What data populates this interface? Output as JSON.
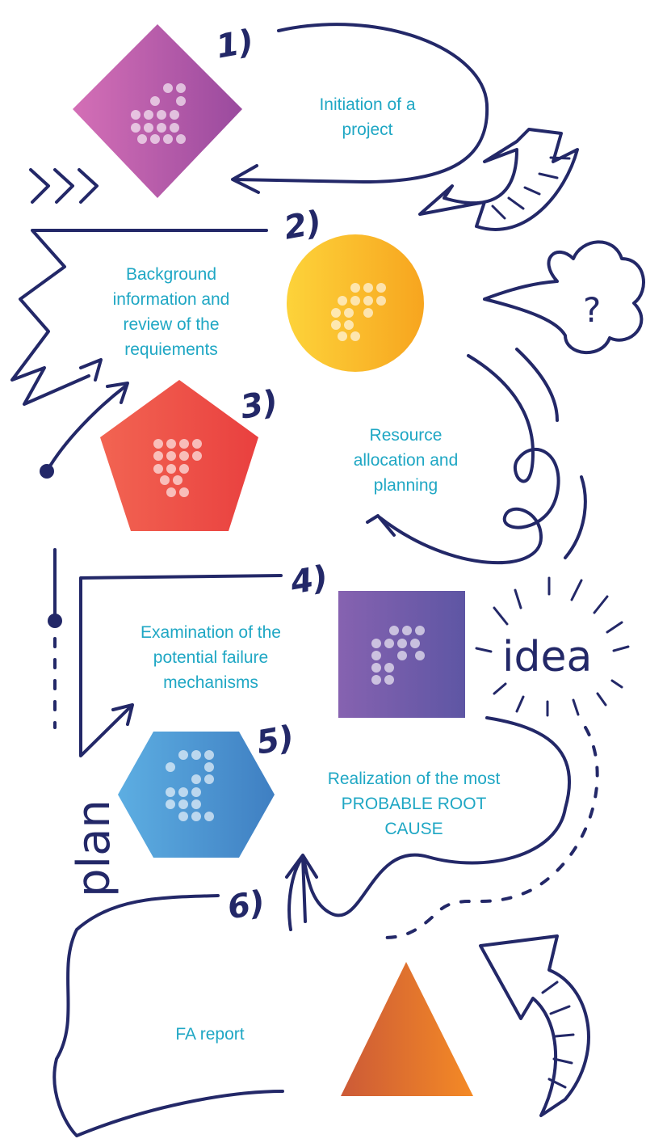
{
  "steps": [
    {
      "number": "1)",
      "label": "Initiation of a project"
    },
    {
      "number": "2)",
      "label": "Background information and review of the requiements"
    },
    {
      "number": "3)",
      "label": "Resource allocation and planning"
    },
    {
      "number": "4)",
      "label": "Examination of the potential failure mechanisms"
    },
    {
      "number": "5)",
      "label": "Realization of the most PROBABLE ROOT CAUSE"
    },
    {
      "number": "6)",
      "label": "FA report"
    }
  ],
  "doodles": {
    "idea": "idea",
    "plan": "plan",
    "question": "?"
  },
  "colors": {
    "ink": "#232868",
    "label": "#1fa7c4",
    "step1": [
      "#d46fb6",
      "#9a4a9e"
    ],
    "step2": [
      "#fdd33a",
      "#f7a51f"
    ],
    "step3": [
      "#f26452",
      "#e9403f"
    ],
    "step4": [
      "#8662b0",
      "#5e56a4"
    ],
    "step5": [
      "#5daee2",
      "#3f7fc2"
    ],
    "step6": [
      "#cc5a37",
      "#f48a25"
    ]
  }
}
